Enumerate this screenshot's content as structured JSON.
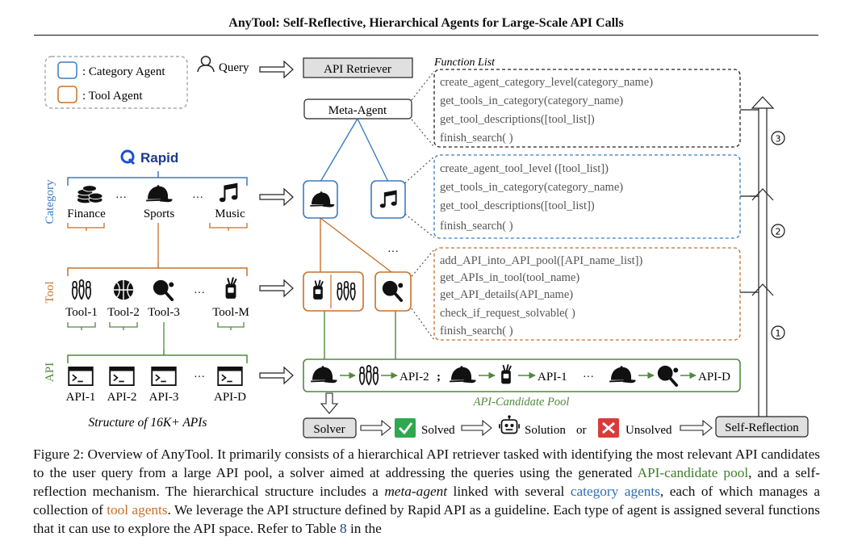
{
  "header": {
    "title": "AnyTool: Self-Reflective, Hierarchical Agents for Large-Scale API Calls"
  },
  "colors": {
    "category": "#3b7bc0",
    "tool": "#c8702a",
    "api": "#4f8a3c",
    "rapid": "#1d4ed8",
    "solved": "#2fa84f",
    "unsolved": "#d93b3b"
  },
  "legend": {
    "category": ": Category Agent",
    "tool": ": Tool Agent"
  },
  "query": {
    "label": "Query",
    "icon": "user-icon"
  },
  "retriever": {
    "label": "API Retriever",
    "meta": "Meta-Agent"
  },
  "function_list": {
    "title": "Function List",
    "meta": [
      "create_agent_category_level(category_name)",
      "get_tools_in_category(category_name)",
      "get_tool_descriptions([tool_list])",
      "finish_search( )"
    ],
    "category": [
      "create_agent_tool_level ([tool_list])",
      "get_tools_in_category(category_name)",
      "get_tool_descriptions([tool_list])",
      "finish_search( )"
    ],
    "tool": [
      "add_API_into_API_pool([API_name_list])",
      "get_APIs_in_tool(tool_name)",
      "get_API_details(API_name)",
      "check_if_request_solvable( )",
      "finish_search( )"
    ]
  },
  "structure": {
    "brand": "Rapid",
    "row_labels": {
      "category": "Category",
      "tool": "Tool",
      "api": "API"
    },
    "categories": [
      {
        "label": "Finance",
        "icon": "coins-icon"
      },
      {
        "label": "Sports",
        "icon": "cap-icon"
      },
      {
        "label": "Music",
        "icon": "music-note-icon"
      }
    ],
    "tools": [
      {
        "label": "Tool-1",
        "icon": "bowling-icon"
      },
      {
        "label": "Tool-2",
        "icon": "basketball-icon"
      },
      {
        "label": "Tool-3",
        "icon": "ping-pong-icon"
      },
      {
        "label": "Tool-M",
        "icon": "golf-bag-icon"
      }
    ],
    "apis": [
      "API-1",
      "API-2",
      "API-3",
      "API-D"
    ],
    "ellipsis": "···",
    "caption": "Structure of 16K+ APIs"
  },
  "pool": {
    "label": "API-Candidate Pool",
    "api2": "API-2",
    "api1": "API-1",
    "apiD": "API-D",
    "sep": ";",
    "dots": "···"
  },
  "flow": {
    "solver": "Solver",
    "solved": "Solved",
    "solution": "Solution",
    "or": "or",
    "unsolved": "Unsolved",
    "self_reflection": "Self-Reflection"
  },
  "steps": [
    "1",
    "2",
    "3"
  ],
  "caption": {
    "p1": "Figure 2: Overview of AnyTool. It primarily consists of a hierarchical API retriever tasked with identifying the most relevant API candidates to the user query from a large API pool, a solver aimed at addressing the queries using the generated ",
    "pool": "API-candidate pool",
    "p2": ", and a self-reflection mechanism. The hierarchical structure includes a ",
    "meta": "meta-agent",
    "p3": " linked with several ",
    "cat": "category agents",
    "p4": ", each of which manages a collection of ",
    "tool": "tool agents",
    "p5": ". We leverage the API structure defined by Rapid API as a guideline. Each type of agent is assigned several functions that it can use to explore the API space. Refer to Table ",
    "ref": "8",
    "p6": " in the"
  }
}
